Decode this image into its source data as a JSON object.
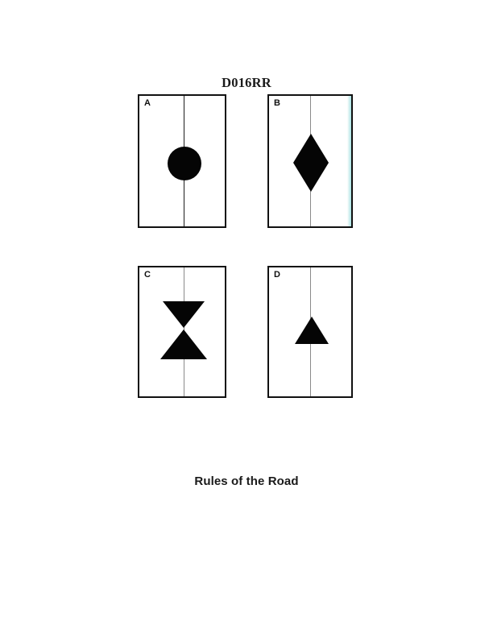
{
  "document": {
    "title": "D016RR",
    "caption": "Rules of the Road"
  },
  "figure": {
    "panels": [
      {
        "id": "a",
        "label": "A",
        "shape": "circle",
        "shape_name": "filled-circle-marking",
        "centerline": "solid",
        "centerline_color": "#1d1d1d",
        "fill_color": "#050505"
      },
      {
        "id": "b",
        "label": "B",
        "shape": "diamond",
        "shape_name": "filled-diamond-marking",
        "centerline": "solid",
        "centerline_color": "#8a8a8a",
        "fill_color": "#050505"
      },
      {
        "id": "c",
        "label": "C",
        "shape": "hourglass",
        "shape_name": "filled-hourglass-marking",
        "centerline": "solid",
        "centerline_color": "#8a8a8a",
        "fill_color": "#050505"
      },
      {
        "id": "d",
        "label": "D",
        "shape": "triangle-up",
        "shape_name": "filled-triangle-up-marking",
        "centerline": "solid",
        "centerline_color": "#8a8a8a",
        "fill_color": "#050505"
      }
    ]
  }
}
